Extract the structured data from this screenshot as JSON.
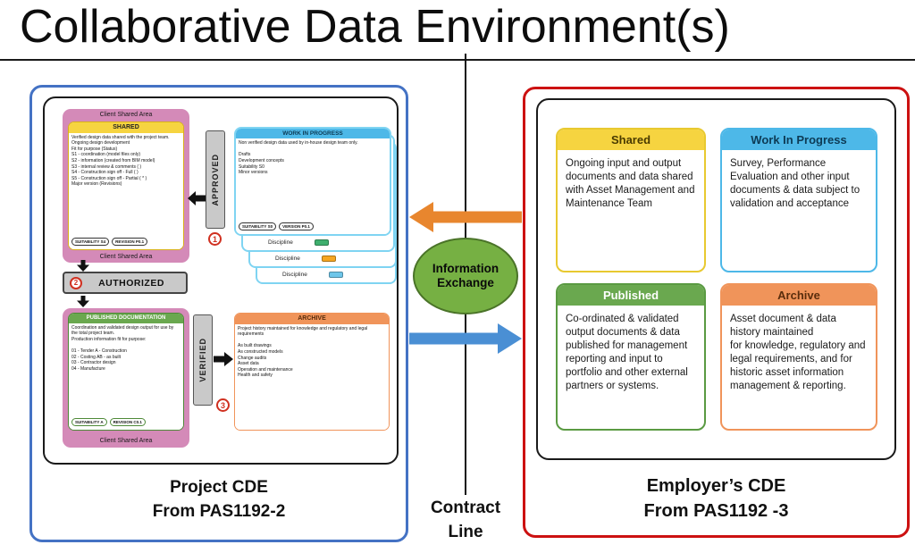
{
  "title": "Collaborative Data Environment(s)",
  "colors": {
    "panel_blue": "#4472c4",
    "panel_red": "#cc1111",
    "yellow": "#f6d440",
    "blue": "#4db8e8",
    "green": "#6aa84f",
    "orange": "#f0945a",
    "pink": "#d48ab8",
    "gray_bar": "#c9c9c9",
    "arrow_orange": "#e8862e",
    "arrow_blue": "#4a8fd4",
    "exchange_green": "#76b043",
    "step_red": "#d03020"
  },
  "project_cde": {
    "caption_line1": "Project CDE",
    "caption_line2": "From PAS1192-2",
    "client_shared_area_label": "Client Shared Area",
    "approved_label": "APPROVED",
    "authorized_label": "AUTHORIZED",
    "verified_label": "VERIFIED",
    "steps": [
      "1",
      "2",
      "3"
    ],
    "disciplines": [
      "Discipline",
      "Discipline",
      "Discipline"
    ],
    "shared": {
      "title": "SHARED",
      "body": "Verified design data shared with the project team.\nOngoing design development\nFit for purpose (Status)\nS1 - coordination (model files only)\nS2 - information (created from BIM model)\nS3 - internal review & comments ( )\nS4 - Construction sign off - Full ( )\nS5 - Construction sign off - Partial ( * )\nMajor version (Revisions)",
      "pills": [
        "SUITABILITY S4",
        "REVISION P0.1"
      ]
    },
    "work_in_progress": {
      "title": "WORK IN PROGRESS",
      "body": "Non verified design data used by in-house design team only.\n\nDrafts\nDevelopment concepts\nSuitability S0\nMinor versions",
      "pills": [
        "SUITABILITY S0",
        "VERSION P0.1"
      ]
    },
    "published": {
      "title": "PUBLISHED DOCUMENTATION",
      "body": "Coordination and validated design output for use by the total project team.\nProduction information fit for purpose:\n\n01 - Tender      A - Construction\n02 - Costing     AB - as built\n03 - Contractor design\n04 - Manufacture",
      "pills": [
        "SUITABILITY A",
        "REVISION C0.1"
      ]
    },
    "archive": {
      "title": "ARCHIVE",
      "body": "Project history maintained for knowledge and regulatory and legal requirements\n\nAs built drawings\nAs constructed models\nChange audits\nAsset data\nOperation and maintenance\nHealth and safety"
    }
  },
  "middle": {
    "exchange_label": "Information Exchange",
    "contract_label_line1": "Contract",
    "contract_label_line2": "Line"
  },
  "employers_cde": {
    "caption_line1": "Employer’s CDE",
    "caption_line2": "From PAS1192 -3",
    "cards": [
      {
        "title": "Shared",
        "body": "Ongoing input and output documents and data shared with Asset Management and Maintenance Team"
      },
      {
        "title": "Work In Progress",
        "body": "Survey, Performance Evaluation and other input documents & data subject to validation and acceptance"
      },
      {
        "title": "Published",
        "body": "Co-ordinated & validated output documents & data published for management reporting and input to portfolio and other external partners or systems."
      },
      {
        "title": "Archive",
        "body": "Asset document & data history maintained\nfor knowledge, regulatory and legal requirements, and for historic asset information management & reporting."
      }
    ]
  }
}
